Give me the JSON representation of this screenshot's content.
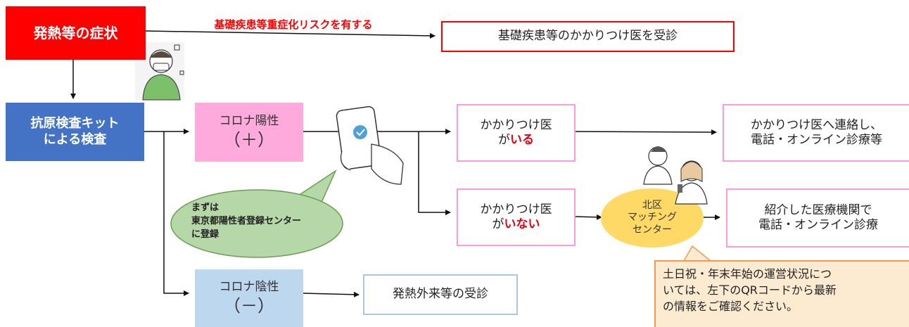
{
  "colors": {
    "red": "#ff0000",
    "blue": "#4472c4",
    "pink": "#ffaadd",
    "lightblue": "#bdd7ee",
    "green": "#b6d7a8",
    "yellow": "#ffd966",
    "note": "#fdebd1",
    "orange": "#f39a4d",
    "emphasis": "#e60012"
  },
  "symptom": {
    "label": "発熱等の症状"
  },
  "risk": {
    "label": "基礎疾患等重症化リスクを有する"
  },
  "family_doctor_visit": {
    "label": "基礎疾患等のかかりつけ医を受診"
  },
  "antigen_test": {
    "line1": "抗原検査キット",
    "line2": "による検査"
  },
  "positive": {
    "line1": "コロナ陽性",
    "line2": "（＋）"
  },
  "negative": {
    "line1": "コロナ陰性",
    "line2": "（－）"
  },
  "has_doctor": {
    "line1": "かかりつけ医",
    "prefix": "が",
    "emph": "いる"
  },
  "no_doctor": {
    "line1": "かかりつけ医",
    "prefix": "が",
    "emph": "いない"
  },
  "contact_doctor": {
    "line1": "かかりつけ医へ連絡し、",
    "line2": "電話・オンライン診療等"
  },
  "referral": {
    "line1": "紹介した医療機関で",
    "line2": "電話・オンライン診療"
  },
  "matching": {
    "line1": "北区",
    "line2": "マッチング",
    "line3": "センター"
  },
  "fever_clinic": {
    "label": "発熱外来等の受診"
  },
  "bubble": {
    "line1": "まずは",
    "line2": "東京都陽性者登録センター",
    "line3": "に登録"
  },
  "note": {
    "line1": "土日祝・年末年始の運営状況につ",
    "line2": "いては、左下のQRコードから最新",
    "line3": "の情報をご確認ください。"
  }
}
